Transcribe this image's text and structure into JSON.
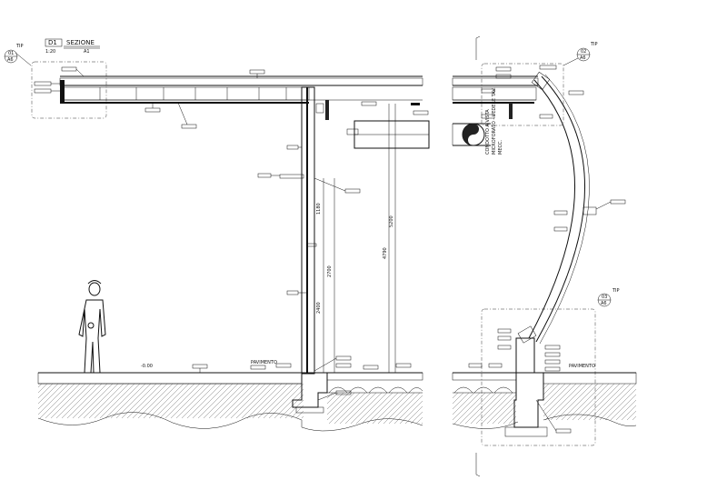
{
  "section": {
    "number": "D1",
    "title": "SEZIONE",
    "tip_mark": "TIP"
  },
  "details": [
    "TIP",
    "TIP",
    "TIP"
  ],
  "annotations": {
    "duct_note_line1": "CONDOTTO A VISTA",
    "duct_note_line2": "MICROFORATO - VEDERE TAV.",
    "duct_note_line3": "MECC."
  }
}
